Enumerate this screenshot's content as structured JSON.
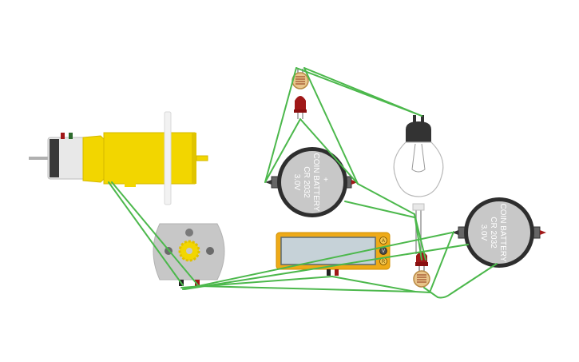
{
  "canvas": {
    "background": "#ffffff"
  },
  "colors": {
    "wire": "#4cb84c",
    "motor_yellow": "#f2d600",
    "battery_body": "#c8c8c8",
    "battery_rim": "#2e2e2e",
    "led_red": "#a01818",
    "multimeter_orange": "#eeaa18",
    "multimeter_screen": "#c6d2d8",
    "ldr_face": "#e8c48a",
    "bulb_base": "#333333"
  },
  "components": {
    "battery_1": {
      "line1": "COIN BATTERY",
      "line2": "CR 2032",
      "line3": "3.0V"
    },
    "battery_2": {
      "line1": "COIN BATTERY",
      "line2": "CR 2032",
      "line3": "3.0V"
    },
    "multimeter": {
      "buttons": [
        "A",
        "V",
        "R"
      ]
    },
    "icons": {
      "gear_motor": "gear-motor-icon",
      "dc_motor": "dc-motor-icon",
      "bulb": "light-bulb-icon",
      "led": "led-icon",
      "photoresistor": "photoresistor-icon"
    }
  }
}
